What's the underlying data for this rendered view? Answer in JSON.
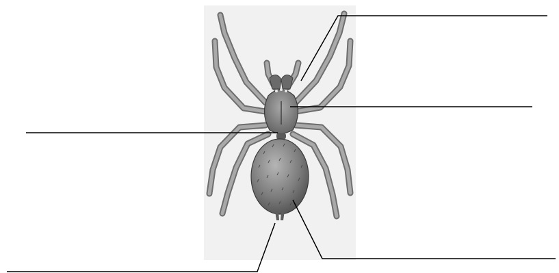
{
  "diagram": {
    "subject": "spider-dorsal-view",
    "label_lines": [
      {
        "id": "label-line-top-right",
        "target": "chelicerae"
      },
      {
        "id": "label-line-mid-right",
        "target": "cephalothorax"
      },
      {
        "id": "label-line-left",
        "target": "pedicel"
      },
      {
        "id": "label-line-bottom-left",
        "target": "spinnerets"
      },
      {
        "id": "label-line-bottom-right",
        "target": "abdomen"
      }
    ],
    "colors": {
      "background": "#ffffff",
      "illustration_bg": "#f1f1f1",
      "body_dark": "#5a5a5a",
      "body_mid": "#8c8c8c",
      "body_light": "#bdbdbd",
      "leader_line": "#000000"
    }
  }
}
